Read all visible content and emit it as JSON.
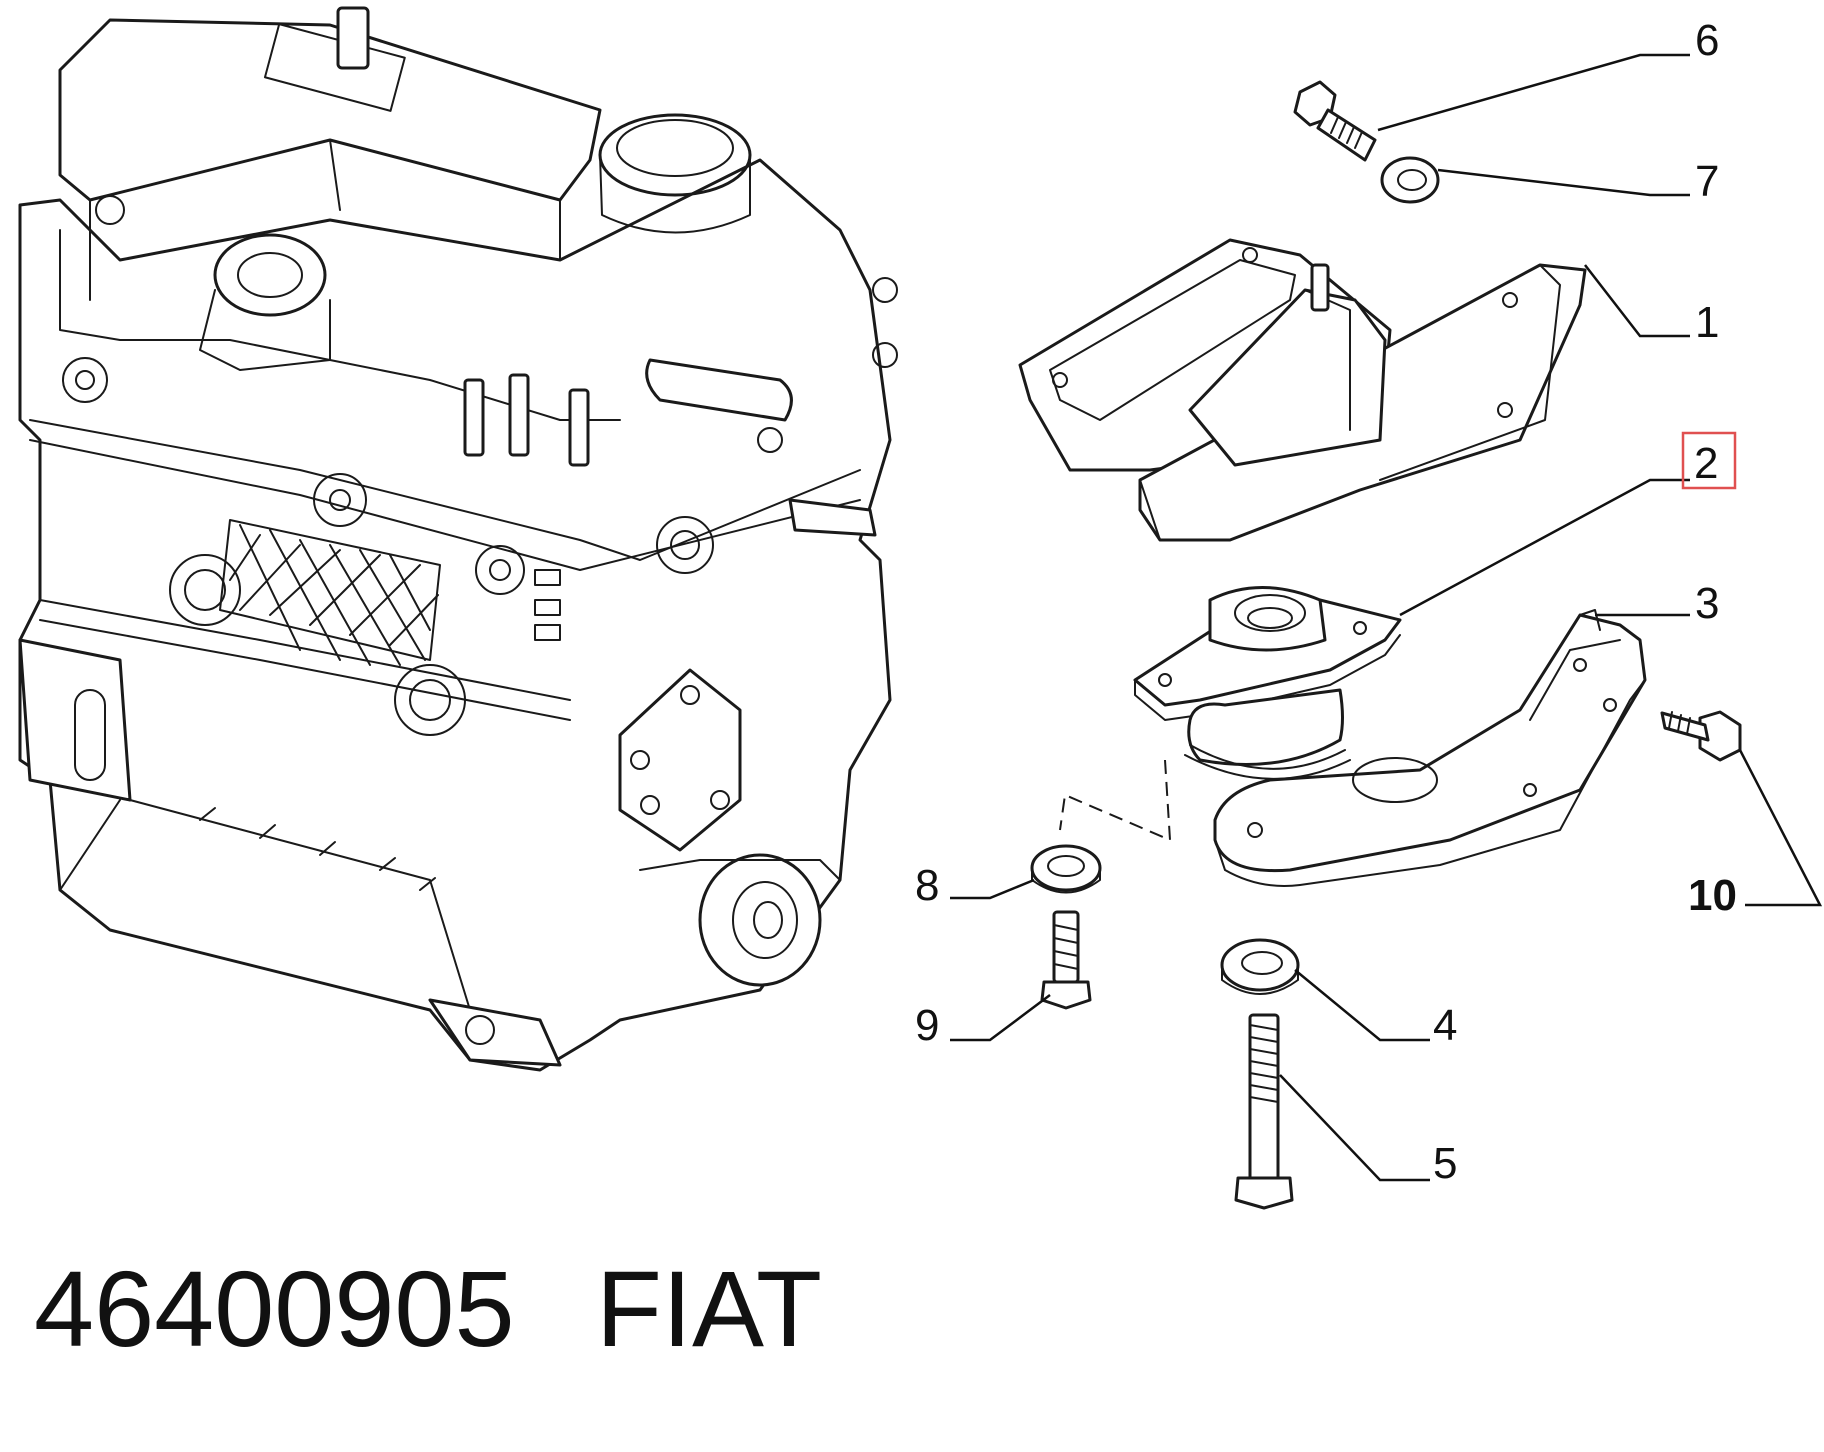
{
  "diagram": {
    "part_number": "46400905",
    "brand": "FIAT",
    "highlight_color": "#e05050",
    "callouts": [
      {
        "id": "1",
        "text": "1"
      },
      {
        "id": "2",
        "text": "2",
        "highlighted": true
      },
      {
        "id": "3",
        "text": "3"
      },
      {
        "id": "4",
        "text": "4"
      },
      {
        "id": "5",
        "text": "5"
      },
      {
        "id": "6",
        "text": "6"
      },
      {
        "id": "7",
        "text": "7"
      },
      {
        "id": "8",
        "text": "8"
      },
      {
        "id": "9",
        "text": "9"
      },
      {
        "id": "10",
        "text": "10"
      }
    ]
  }
}
